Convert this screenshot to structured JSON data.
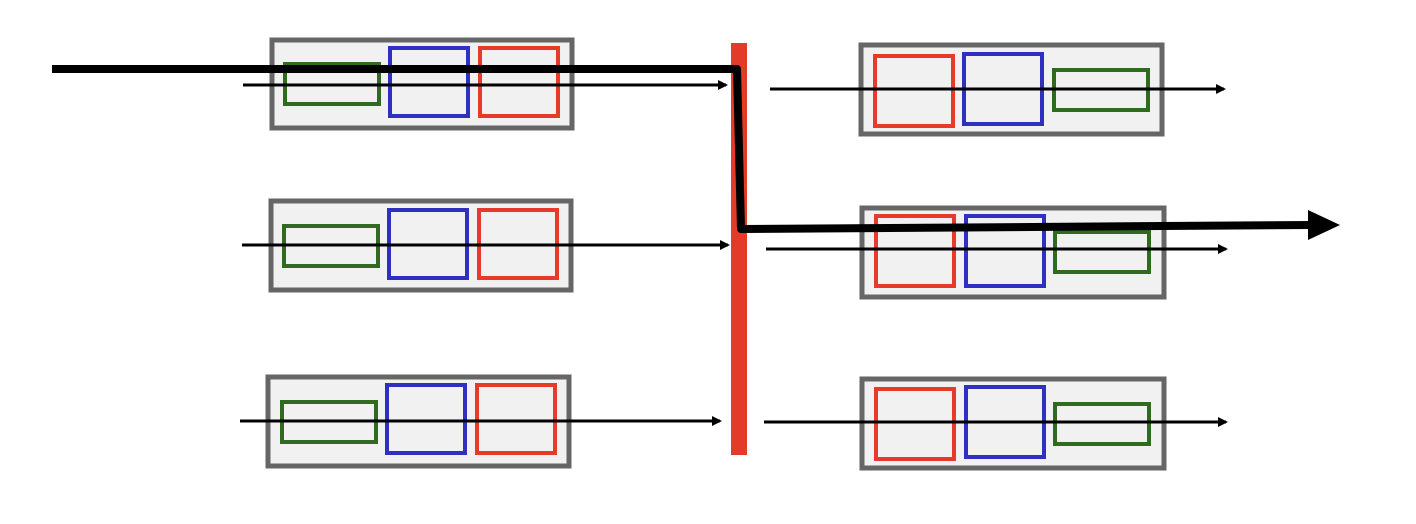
{
  "colors": {
    "background": "#ffffff",
    "box_fill": "#f1f1f1",
    "box_border": "#666666",
    "green": "#2f6a1f",
    "blue": "#3030c0",
    "red": "#e83a2a",
    "barrier": "#e33a2a",
    "arrow": "#000000"
  },
  "diagram": {
    "left_boxes": [
      {
        "order": [
          "green",
          "blue",
          "red"
        ]
      },
      {
        "order": [
          "green",
          "blue",
          "red"
        ]
      },
      {
        "order": [
          "green",
          "blue",
          "red"
        ]
      }
    ],
    "right_boxes": [
      {
        "order": [
          "red",
          "blue",
          "green"
        ]
      },
      {
        "order": [
          "red",
          "blue",
          "green"
        ]
      },
      {
        "order": [
          "red",
          "blue",
          "green"
        ]
      }
    ]
  }
}
